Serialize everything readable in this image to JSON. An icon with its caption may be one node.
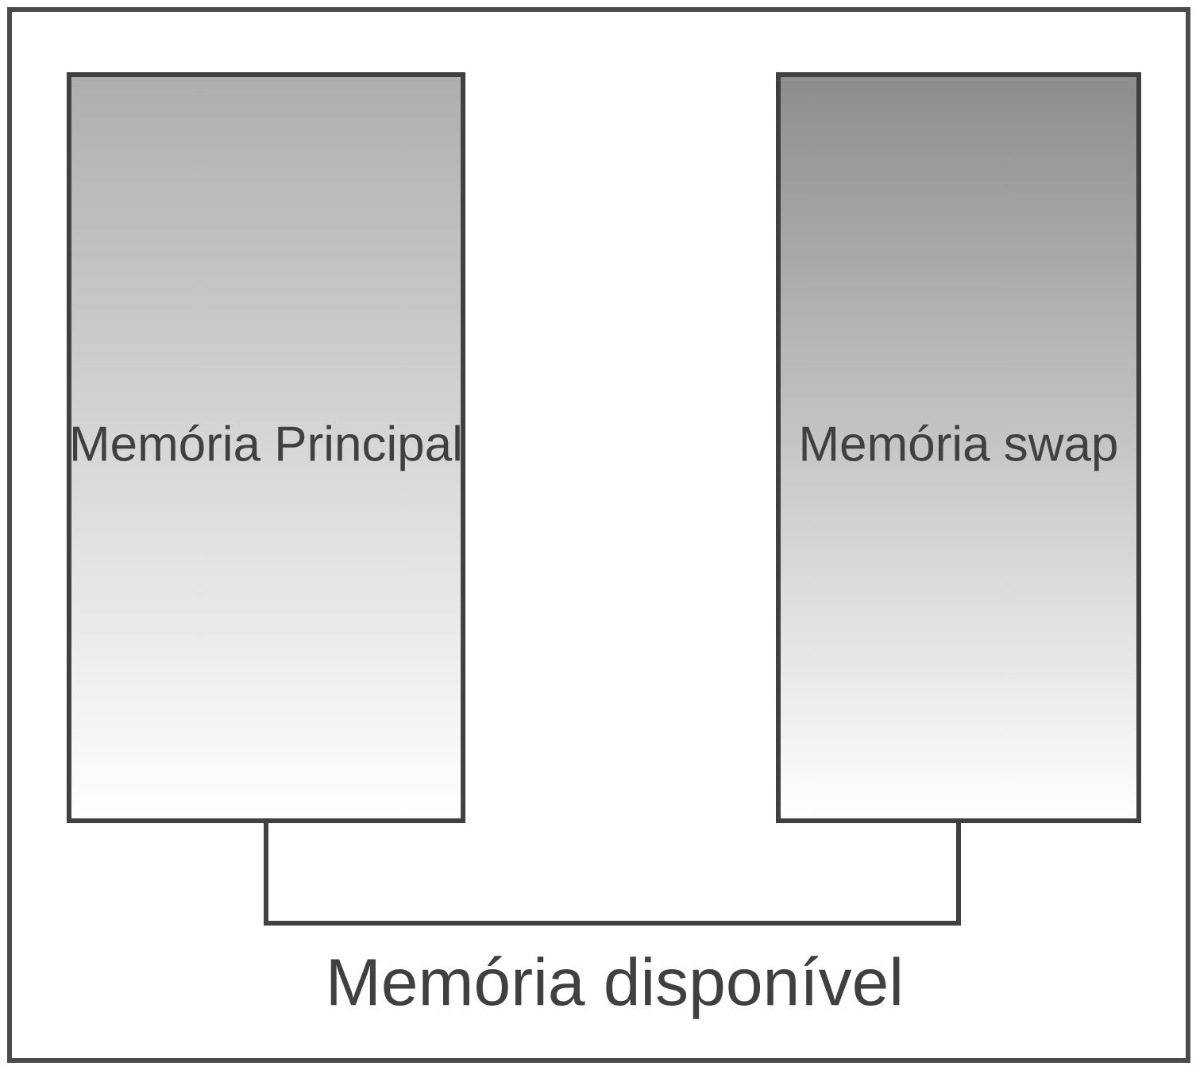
{
  "diagram": {
    "nodes": [
      {
        "text": [
          "Memória Principal"
        ]
      },
      {
        "text": [
          "Memória swap"
        ]
      }
    ],
    "edges": [
      {
        "from": 0,
        "to": 1,
        "arrow": "none",
        "label": "Memória disponível"
      }
    ]
  }
}
